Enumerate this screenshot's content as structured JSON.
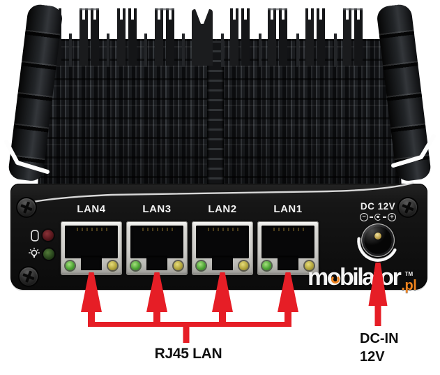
{
  "product": {
    "ports": [
      {
        "label": "LAN4"
      },
      {
        "label": "LAN3"
      },
      {
        "label": "LAN2"
      },
      {
        "label": "LAN1"
      }
    ],
    "dc": {
      "label": "DC 12V",
      "polarity_minus": "−",
      "polarity_plus": "+"
    },
    "logo": {
      "part1": "m",
      "part2": "o",
      "part3": "bilator",
      "tm": "TM",
      "suffix": ".pl",
      "white": "#f4f4f4",
      "orange": "#f0831e"
    },
    "status_leds": [
      {
        "name": "storage-led",
        "color": "#54151a"
      },
      {
        "name": "power-led",
        "color": "#25411a"
      }
    ],
    "port_led_colors": {
      "link": "#4da534",
      "activity": "#b3a63c"
    }
  },
  "annotations": {
    "arrow_color": "#e61e26",
    "lan_callout": "RJ45 LAN",
    "dc_callout_line1": "DC-IN",
    "dc_callout_line2": "12V",
    "label_color": "#0e0e0e"
  }
}
